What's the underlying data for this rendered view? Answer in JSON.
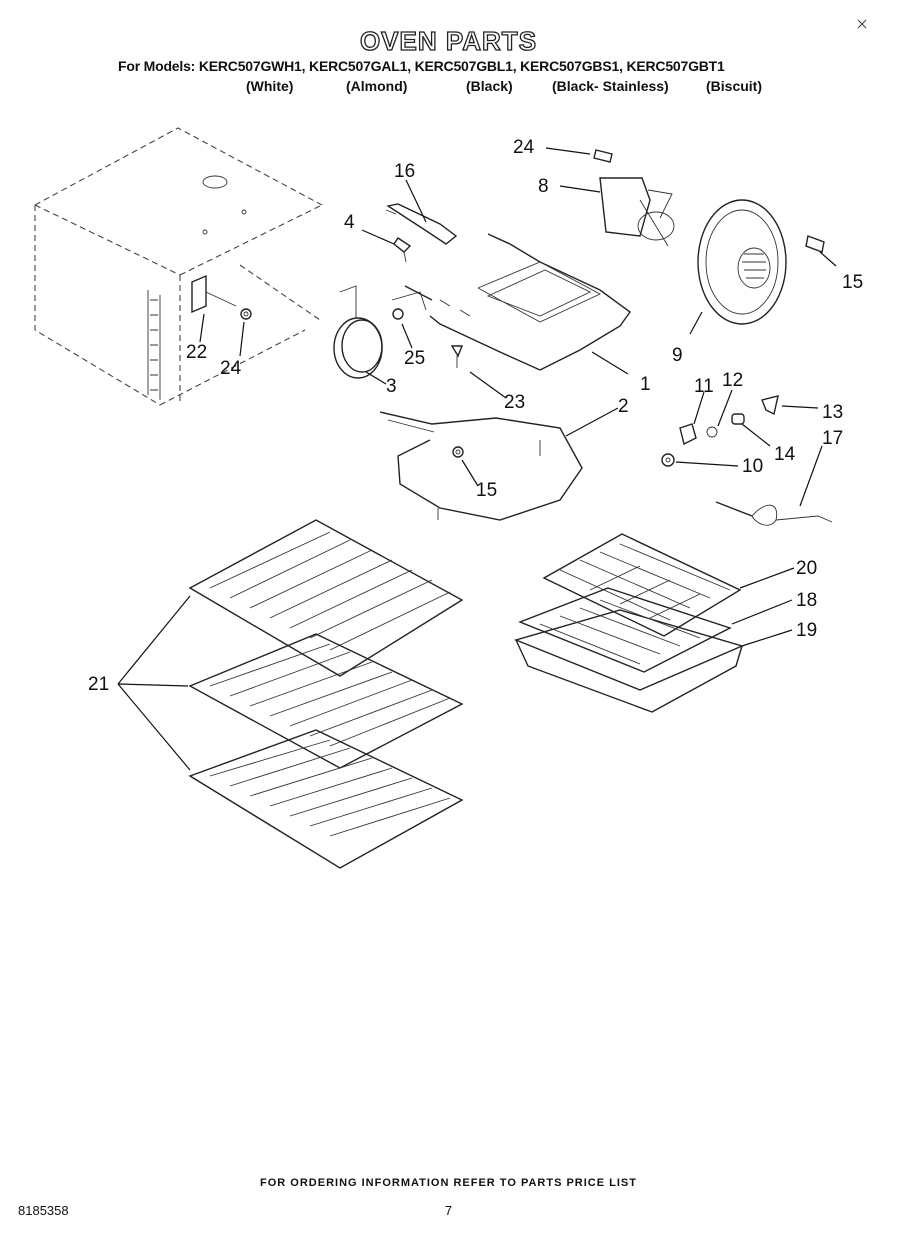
{
  "header": {
    "title": "OVEN PARTS",
    "models_line": "For Models: KERC507GWH1, KERC507GAL1, KERC507GBL1, KERC507GBS1, KERC507GBT1",
    "finishes": [
      "(White)",
      "(Almond)",
      "(Black)",
      "(Black- Stainless)",
      "(Biscuit)"
    ]
  },
  "callouts": {
    "p1": "1",
    "p2": "2",
    "p3": "3",
    "p4": "4",
    "p8": "8",
    "p9": "9",
    "p10": "10",
    "p11": "11",
    "p12": "12",
    "p13": "13",
    "p14": "14",
    "p15a": "15",
    "p15b": "15",
    "p16": "16",
    "p17": "17",
    "p18": "18",
    "p19": "19",
    "p20": "20",
    "p21": "21",
    "p22": "22",
    "p23": "23",
    "p24a": "24",
    "p24b": "24",
    "p25": "25"
  },
  "footer": {
    "note": "FOR ORDERING INFORMATION REFER TO PARTS PRICE LIST",
    "doc_number": "8185358",
    "page_number": "7"
  }
}
